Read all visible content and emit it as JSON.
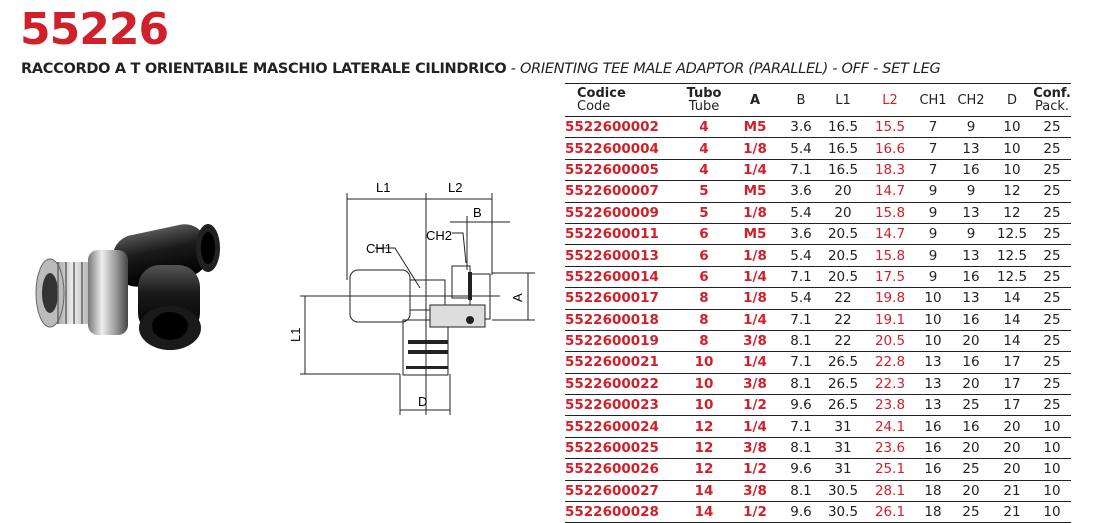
{
  "header": {
    "title": "55226",
    "subtitle_it": "RACCORDO A T ORIENTABILE MASCHIO LATERALE CILINDRICO",
    "subtitle_sep": " - ",
    "subtitle_en": "ORIENTING TEE MALE ADAPTOR (PARALLEL) - OFF - SET LEG"
  },
  "drawing": {
    "labels": {
      "l1_top": "L1",
      "l2": "L2",
      "b": "B",
      "ch1": "CH1",
      "ch2": "CH2",
      "a": "A",
      "l1_side": "L1",
      "d": "D"
    }
  },
  "table": {
    "headers": {
      "code_it": "Codice",
      "code_en": "Code",
      "tube_it": "Tubo",
      "tube_en": "Tube",
      "a": "A",
      "b": "B",
      "l1": "L1",
      "l2": "L2",
      "ch1": "CH1",
      "ch2": "CH2",
      "d": "D",
      "pack_it": "Conf.",
      "pack_en": "Pack."
    },
    "rows": [
      [
        "5522600002",
        "4",
        "M5",
        "3.6",
        "16.5",
        "15.5",
        "7",
        "9",
        "10",
        "25"
      ],
      [
        "5522600004",
        "4",
        "1/8",
        "5.4",
        "16.5",
        "16.6",
        "7",
        "13",
        "10",
        "25"
      ],
      [
        "5522600005",
        "4",
        "1/4",
        "7.1",
        "16.5",
        "18.3",
        "7",
        "16",
        "10",
        "25"
      ],
      [
        "5522600007",
        "5",
        "M5",
        "3.6",
        "20",
        "14.7",
        "9",
        "9",
        "12",
        "25"
      ],
      [
        "5522600009",
        "5",
        "1/8",
        "5.4",
        "20",
        "15.8",
        "9",
        "13",
        "12",
        "25"
      ],
      [
        "5522600011",
        "6",
        "M5",
        "3.6",
        "20.5",
        "14.7",
        "9",
        "9",
        "12.5",
        "25"
      ],
      [
        "5522600013",
        "6",
        "1/8",
        "5.4",
        "20.5",
        "15.8",
        "9",
        "13",
        "12.5",
        "25"
      ],
      [
        "5522600014",
        "6",
        "1/4",
        "7.1",
        "20.5",
        "17.5",
        "9",
        "16",
        "12.5",
        "25"
      ],
      [
        "5522600017",
        "8",
        "1/8",
        "5.4",
        "22",
        "19.8",
        "10",
        "13",
        "14",
        "25"
      ],
      [
        "5522600018",
        "8",
        "1/4",
        "7.1",
        "22",
        "19.1",
        "10",
        "16",
        "14",
        "25"
      ],
      [
        "5522600019",
        "8",
        "3/8",
        "8.1",
        "22",
        "20.5",
        "10",
        "20",
        "14",
        "25"
      ],
      [
        "5522600021",
        "10",
        "1/4",
        "7.1",
        "26.5",
        "22.8",
        "13",
        "16",
        "17",
        "25"
      ],
      [
        "5522600022",
        "10",
        "3/8",
        "8.1",
        "26.5",
        "22.3",
        "13",
        "20",
        "17",
        "25"
      ],
      [
        "5522600023",
        "10",
        "1/2",
        "9.6",
        "26.5",
        "23.8",
        "13",
        "25",
        "17",
        "25"
      ],
      [
        "5522600024",
        "12",
        "1/4",
        "7.1",
        "31",
        "24.1",
        "16",
        "16",
        "20",
        "10"
      ],
      [
        "5522600025",
        "12",
        "3/8",
        "8.1",
        "31",
        "23.6",
        "16",
        "20",
        "20",
        "10"
      ],
      [
        "5522600026",
        "12",
        "1/2",
        "9.6",
        "31",
        "25.1",
        "16",
        "25",
        "20",
        "10"
      ],
      [
        "5522600027",
        "14",
        "3/8",
        "8.1",
        "30.5",
        "28.1",
        "18",
        "20",
        "21",
        "10"
      ],
      [
        "5522600028",
        "14",
        "1/2",
        "9.6",
        "30.5",
        "26.1",
        "18",
        "25",
        "21",
        "10"
      ]
    ]
  }
}
